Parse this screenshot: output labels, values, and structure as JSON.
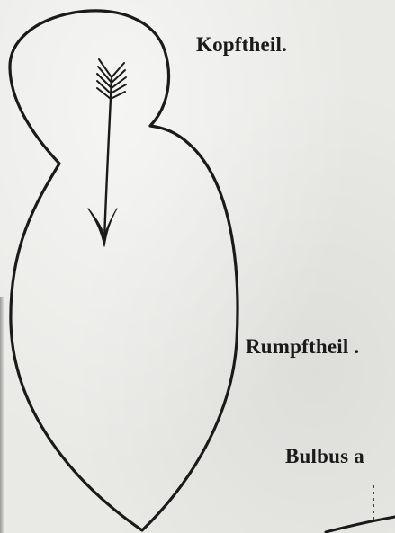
{
  "labels": {
    "kopftheil": "Kopftheil.",
    "rumpftheil": "Rumpftheil .",
    "bulbus": "Bulbus a"
  },
  "colors": {
    "ink": "#1a1a1a",
    "paper": "#e9e9e6"
  }
}
